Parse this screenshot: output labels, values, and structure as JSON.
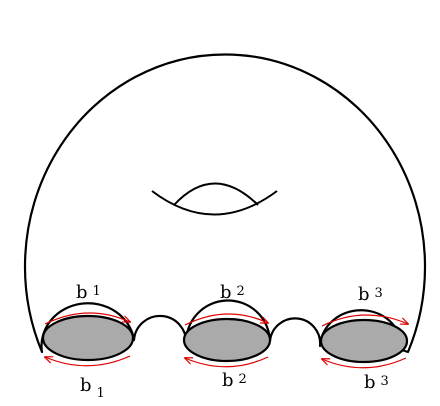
{
  "colors": {
    "stroke": "#000000",
    "boundary_fill": "#aaaaaa",
    "arrow": "#e00000",
    "background": "#ffffff"
  },
  "labels": {
    "b1_top": {
      "main": "b",
      "sub": "1"
    },
    "b1_bottom": {
      "main": "b",
      "sub": "1"
    },
    "b2_top": {
      "main": "b",
      "sub": "2"
    },
    "b2_bottom": {
      "main": "b",
      "sub": "2"
    },
    "b3_top": {
      "main": "b",
      "sub": "3"
    },
    "b3_bottom": {
      "main": "b",
      "sub": "3"
    }
  }
}
